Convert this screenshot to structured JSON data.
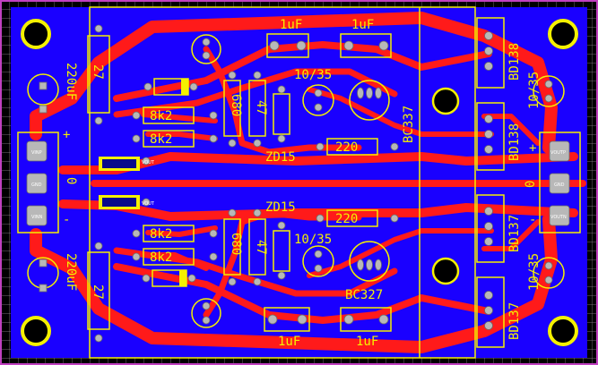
{
  "colors": {
    "background": "#000000",
    "grid": "#9b8b99",
    "border": "#c040c0",
    "ground_plane": "#1a00ff",
    "trace": "#ff1a1a",
    "silkscreen": "#f4f000",
    "pad": "#b8b8b8"
  },
  "labels": {
    "cap_top_left": "1uF",
    "cap_top_right": "1uF",
    "cap_bottom_left": "1uF",
    "cap_bottom_right": "1uF",
    "bd138_top": "BD138",
    "bd138_mid": "BD138",
    "bd137_mid": "BD137",
    "bd137_bottom": "BD137",
    "elcap_right_top": "10/35",
    "elcap_right_bottom": "10/35",
    "elcap_mid_top": "10/35",
    "elcap_mid_bottom": "10/35",
    "elcap_left_top": "220uF",
    "elcap_left_bottom": "220uF",
    "res_8k2_1": "8k2",
    "res_8k2_2": "8k2",
    "res_8k2_3": "8k2",
    "res_8k2_4": "8k2",
    "res_680_top": "680",
    "res_680_bottom": "680",
    "res_47_top": "47",
    "res_47_bottom": "47",
    "res_27_top": "27",
    "res_27_bottom": "27",
    "res_220_top": "220",
    "res_220_bottom": "220",
    "zener_top": "ZD15",
    "zener_bottom": "ZD15",
    "transistor_top": "BC337",
    "transistor_bottom": "BC327",
    "plus": "+",
    "minus": "-",
    "zero_left": "0",
    "zero_right": "0",
    "pad_vinp": "VINP",
    "pad_gnd": "GND",
    "pad_vinn": "VINN",
    "pad_voutp": "VOUTP",
    "pad_voutn": "VOUTN",
    "pad_vout": "VOUT"
  }
}
